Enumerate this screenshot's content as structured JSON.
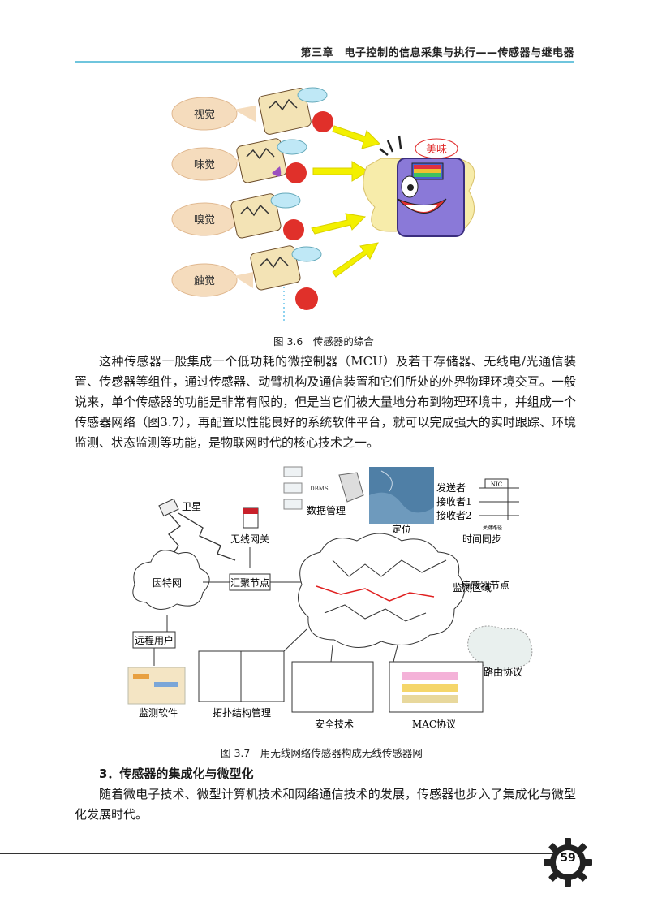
{
  "header": {
    "title": "第三章　电子控制的信息采集与执行——传感器与继电器"
  },
  "figure1": {
    "labels": {
      "vision": "视觉",
      "taste": "味觉",
      "smell": "嗅觉",
      "touch": "触觉",
      "tasty": "美味"
    },
    "caption": "图 3.6　传感器的综合"
  },
  "paragraph1": "这种传感器一般集成一个低功耗的微控制器（MCU）及若干存储器、无线电/光通信装置、传感器等组件，通过传感器、动臂机构及通信装置和它们所处的外界物理环境交互。一般说来，单个传感器的功能是非常有限的，但是当它们被大量地分布到物理环境中，并组成一个传感器网络（图3.7），再配置以性能良好的系统软件平台，就可以完成强大的实时跟踪、环境监测、状态监测等功能，是物联网时代的核心技术之一。",
  "figure2": {
    "labels": {
      "satellite": "卫星",
      "wireless_gateway": "无线网关",
      "internet": "因特网",
      "sink_node": "汇聚节点",
      "remote_user": "远程用户",
      "monitor_software": "监测软件",
      "topology_management": "拓扑结构管理",
      "security": "安全技术",
      "mac_protocol": "MAC协议",
      "routing_protocol": "路由协议",
      "sensor_node": "传感器节点",
      "monitor_area": "监测区域",
      "data_management": "数据管理",
      "localization": "定位",
      "time_sync": "时间同步",
      "sender": "发送者",
      "receiver1": "接收者1",
      "receiver2": "接收者2",
      "nic": "NIC",
      "dbms": "DBMS",
      "critical_path": "关键路径"
    },
    "caption": "图 3.7　用无线网络传感器构成无线传感器网"
  },
  "section": {
    "title": "3．传感器的集成化与微型化"
  },
  "paragraph2": "随着微电子技术、微型计算机技术和网络通信技术的发展，传感器也步入了集成化与微型化发展时代。",
  "footer": {
    "page_number": "59"
  }
}
